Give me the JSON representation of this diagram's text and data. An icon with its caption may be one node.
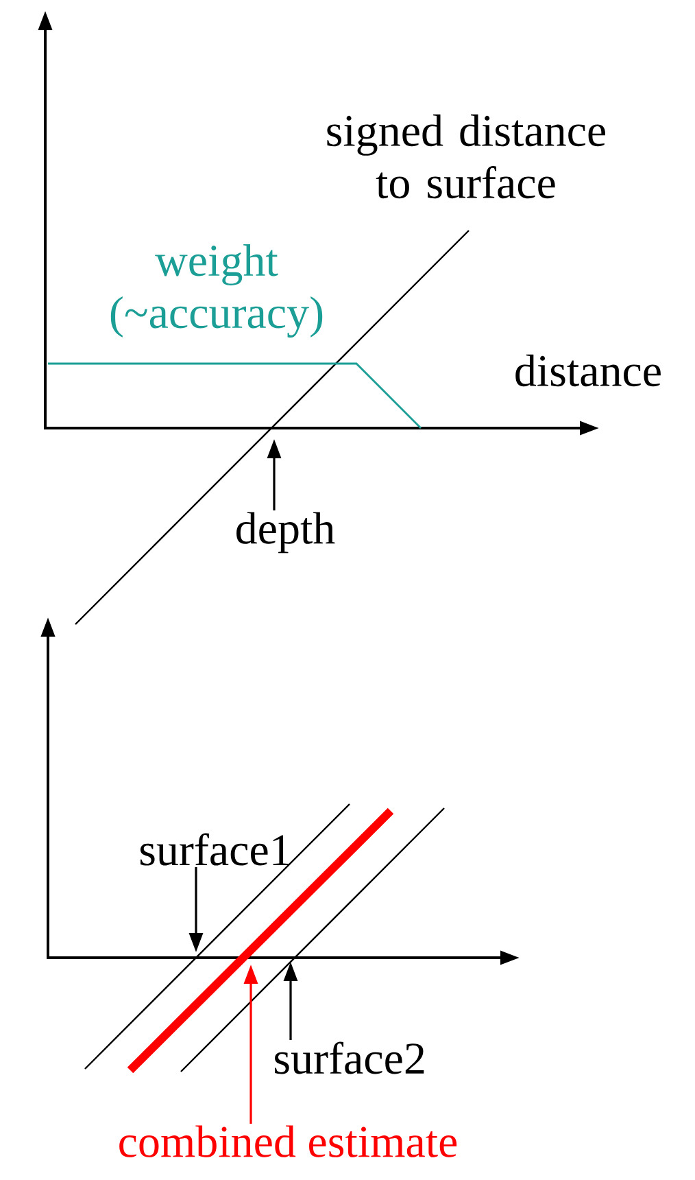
{
  "diagram": {
    "nodes": [
      {
        "text": [
          "depth"
        ]
      },
      {
        "text": [
          "surface1"
        ]
      },
      {
        "text": [
          "surface2"
        ]
      },
      {
        "text": [
          "combined estimate"
        ]
      }
    ],
    "edges": [
      {
        "from": 0,
        "to": null,
        "arrow": "to"
      },
      {
        "from": 1,
        "to": null,
        "arrow": "to"
      },
      {
        "from": 2,
        "to": null,
        "arrow": "to"
      },
      {
        "from": 3,
        "to": null,
        "arrow": "to",
        "color": "#ff0000"
      }
    ],
    "labels": [
      "signed distance to surface",
      "weight (~accuracy)",
      "distance"
    ]
  }
}
